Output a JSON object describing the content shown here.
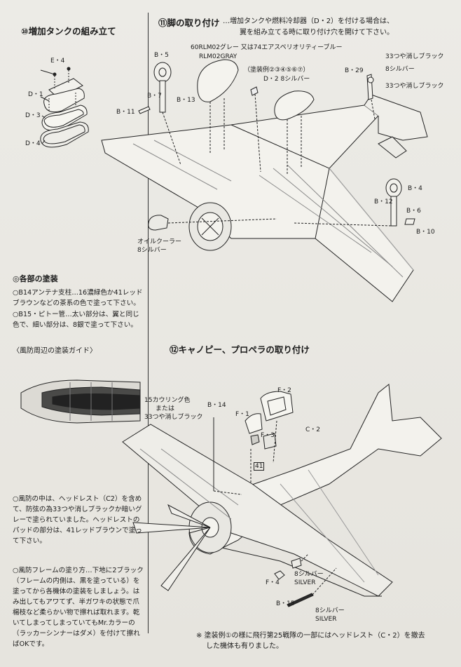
{
  "step10": {
    "title": "⑩増加タンクの組み立て",
    "parts": [
      "E・4",
      "D・1",
      "D・3",
      "D・4"
    ]
  },
  "step11": {
    "title": "⑪脚の取り付け",
    "subtitle_1": "…増加タンクや燃料冷却器（D・2）を付ける場合は、",
    "subtitle_2": "翼を組み立てる時に取り付け穴を開けて下さい。",
    "tank_color_1": "60RLM02グレー 又は74エアスペリオリティーブルー",
    "tank_color_2": "RLM02GRAY",
    "paint_examples": "（塗装例②③④⑤⑥⑦）",
    "d2_label": "D・2 8シルバー",
    "parts_left": [
      "B・5",
      "B・7",
      "B・13",
      "B・11"
    ],
    "tailwheel_parts": [
      "B・29"
    ],
    "tail_colors": [
      "33つや消しブラック",
      "8シルバー",
      "33つや消しブラック"
    ],
    "right_gear_parts": [
      "B・4",
      "B・12",
      "B・6",
      "B・10"
    ],
    "oil_cooler": "オイルクーラー",
    "oil_cooler_color": "8シルバー"
  },
  "paint_section": {
    "title": "◎各部の塗装",
    "item1": "○B14アンテナ支柱…16濃緑色か41レッドブラウンなどの茶系の色で塗って下さい。",
    "item2": "○B15・ピトー管…太い部分は、翼と同じ色で、細い部分は、8銀で塗って下さい。"
  },
  "windshield_guide": {
    "title": "〈風防周辺の塗装ガイド〉",
    "note1": "○風防の中は、ヘッドレスト（C2）を含めて、防弦の為33つや消しブラックか暗いグレーで塗られていました。ヘッドレストのパッドの部分は、41レッドブラウンで塗って下さい。",
    "note2": "○風防フレームの塗り方…下地に2ブラック（フレームの内側は、黒を塗っている）を塗ってから各機体の塗装をしましょう。はみ出してもアワてず、半ガワキの状態で爪楊枝など柔らかい物で擦れば取れます。乾いてしまってしまっていてもMr.カラーの（ラッカーシンナーはダメ）を付けて擦ればOKです。"
  },
  "step12": {
    "title": "⑫キャノピー、プロペラの取り付け",
    "cowling_color_1": "15カウリング色",
    "cowling_color_2": "または",
    "cowling_color_3": "33つや消しブラック",
    "parts": [
      "B・14",
      "F・2",
      "F・1",
      "F・3",
      "C・2",
      "F・4",
      "B・15"
    ],
    "paint_41": "41",
    "silver_label_1": "8シルバー",
    "silver_en_1": "SILVER",
    "silver_label_2": "8シルバー",
    "silver_en_2": "SILVER"
  },
  "footnote_1": "※ 塗装例①の様に飛行第25戦隊の一部にはヘッドレスト（C・2）を撤去",
  "footnote_2": "した機体も有りました。"
}
